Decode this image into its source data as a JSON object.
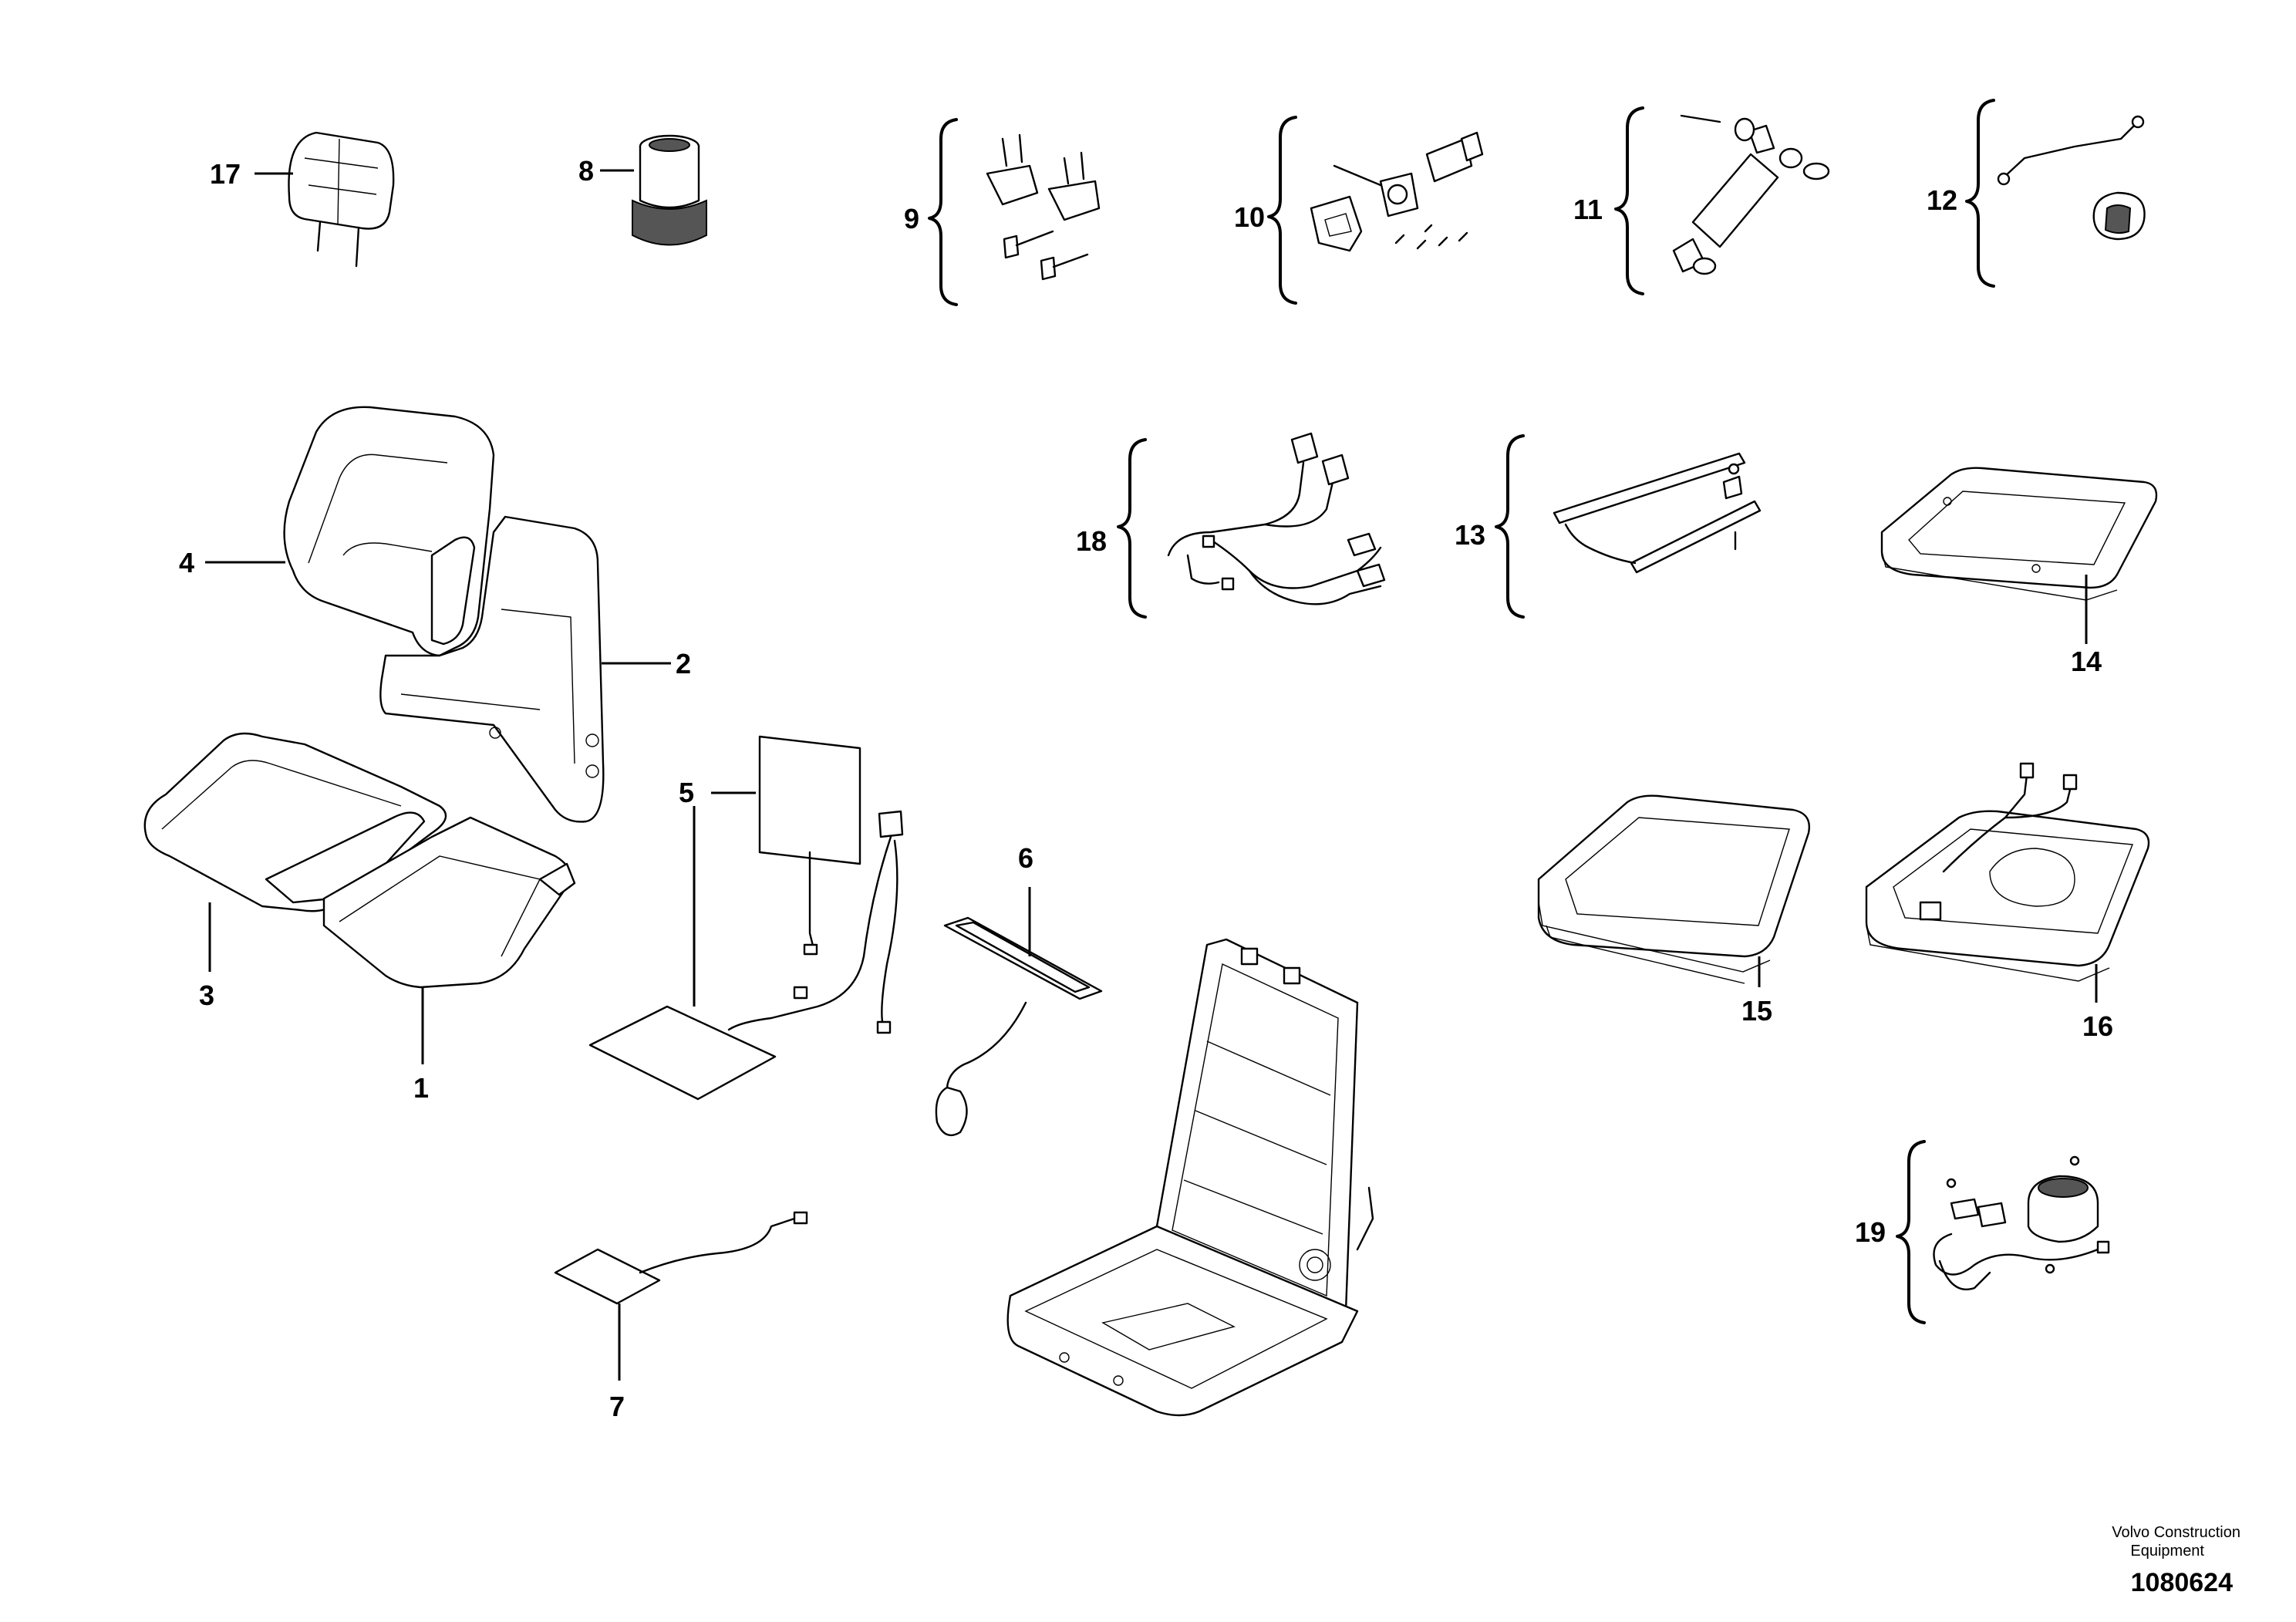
{
  "diagram": {
    "brand_line1": "Volvo Construction",
    "brand_line2": "Equipment",
    "drawing_number": "1080624"
  },
  "callouts": {
    "c1": "1",
    "c2": "2",
    "c3": "3",
    "c4": "4",
    "c5": "5",
    "c6": "6",
    "c7": "7",
    "c8": "8",
    "c9": "9",
    "c10": "10",
    "c11": "11",
    "c12": "12",
    "c13": "13",
    "c14": "14",
    "c15": "15",
    "c16": "16",
    "c17": "17",
    "c18": "18",
    "c19": "19"
  }
}
